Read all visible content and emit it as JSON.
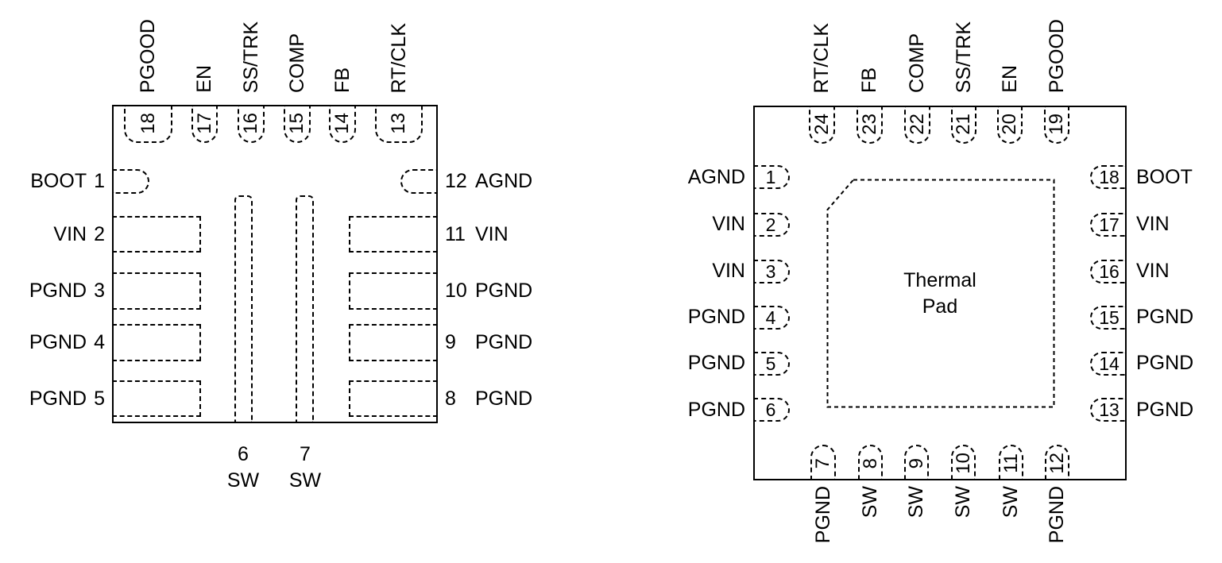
{
  "colors": {
    "line": "#000000",
    "background": "#ffffff"
  },
  "left_package": {
    "top_pins": [
      {
        "number": "18",
        "label": "PGOOD"
      },
      {
        "number": "17",
        "label": "EN"
      },
      {
        "number": "16",
        "label": "SS/TRK"
      },
      {
        "number": "15",
        "label": "COMP"
      },
      {
        "number": "14",
        "label": "FB"
      },
      {
        "number": "13",
        "label": "RT/CLK"
      }
    ],
    "left_pins": [
      {
        "name": "BOOT",
        "number": "1"
      },
      {
        "name": "VIN",
        "number": "2"
      },
      {
        "name": "PGND",
        "number": "3"
      },
      {
        "name": "PGND",
        "number": "4"
      },
      {
        "name": "PGND",
        "number": "5"
      }
    ],
    "right_pins": [
      {
        "number": "12",
        "name": "AGND"
      },
      {
        "number": "11",
        "name": "VIN"
      },
      {
        "number": "10",
        "name": "PGND"
      },
      {
        "number": "9",
        "name": "PGND"
      },
      {
        "number": "8",
        "name": "PGND"
      }
    ],
    "bottom_pins": [
      {
        "number": "6",
        "name": "SW"
      },
      {
        "number": "7",
        "name": "SW"
      }
    ]
  },
  "right_package": {
    "top_pins": [
      {
        "number": "24",
        "label": "RT/CLK"
      },
      {
        "number": "23",
        "label": "FB"
      },
      {
        "number": "22",
        "label": "COMP"
      },
      {
        "number": "21",
        "label": "SS/TRK"
      },
      {
        "number": "20",
        "label": "EN"
      },
      {
        "number": "19",
        "label": "PGOOD"
      }
    ],
    "left_pins": [
      {
        "number": "1",
        "label": "AGND"
      },
      {
        "number": "2",
        "label": "VIN"
      },
      {
        "number": "3",
        "label": "VIN"
      },
      {
        "number": "4",
        "label": "PGND"
      },
      {
        "number": "5",
        "label": "PGND"
      },
      {
        "number": "6",
        "label": "PGND"
      }
    ],
    "right_pins": [
      {
        "number": "18",
        "label": "BOOT"
      },
      {
        "number": "17",
        "label": "VIN"
      },
      {
        "number": "16",
        "label": "VIN"
      },
      {
        "number": "15",
        "label": "PGND"
      },
      {
        "number": "14",
        "label": "PGND"
      },
      {
        "number": "13",
        "label": "PGND"
      }
    ],
    "bottom_pins": [
      {
        "number": "7",
        "label": "PGND"
      },
      {
        "number": "8",
        "label": "SW"
      },
      {
        "number": "9",
        "label": "SW"
      },
      {
        "number": "10",
        "label": "SW"
      },
      {
        "number": "11",
        "label": "SW"
      },
      {
        "number": "12",
        "label": "PGND"
      }
    ],
    "thermal_pad": {
      "line1": "Thermal",
      "line2": "Pad"
    }
  }
}
